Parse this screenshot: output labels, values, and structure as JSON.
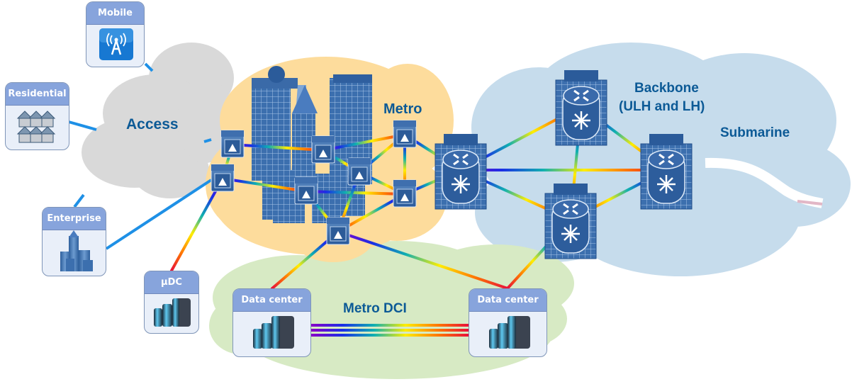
{
  "diagram": {
    "type": "optical-network-topology",
    "regions": {
      "access": {
        "label": "Access",
        "color": "#d9d9d9"
      },
      "metro": {
        "label": "Metro",
        "color": "#fddc9c"
      },
      "backbone": {
        "label_line1": "Backbone",
        "label_line2": "(ULH and LH)",
        "color": "#c6dcec"
      },
      "submarine": {
        "label": "Submarine"
      },
      "metro_dci": {
        "label": "Metro DCI",
        "color": "#d7eac4"
      }
    },
    "endpoints": [
      {
        "id": "mobile",
        "label": "Mobile",
        "icon": "cell-tower-icon"
      },
      {
        "id": "residential",
        "label": "Residential",
        "icon": "houses-icon"
      },
      {
        "id": "enterprise",
        "label": "Enterprise",
        "icon": "office-buildings-icon"
      },
      {
        "id": "udc",
        "label": "µDC",
        "icon": "server-rack-icon"
      },
      {
        "id": "dc1",
        "label": "Data center",
        "icon": "server-rack-icon"
      },
      {
        "id": "dc2",
        "label": "Data center",
        "icon": "server-rack-icon"
      }
    ],
    "node_types": {
      "metro_node": "optical-add-drop-node-icon",
      "backbone_router": "optical-cross-connect-router-icon"
    },
    "link_styles": {
      "access_link": "#1e90e6",
      "wdm_link": "rainbow"
    },
    "wdm_gradient": [
      "#8a00c8",
      "#1a2ee6",
      "#10b0b0",
      "#ffee00",
      "#ff7a00",
      "#e8103a"
    ]
  }
}
